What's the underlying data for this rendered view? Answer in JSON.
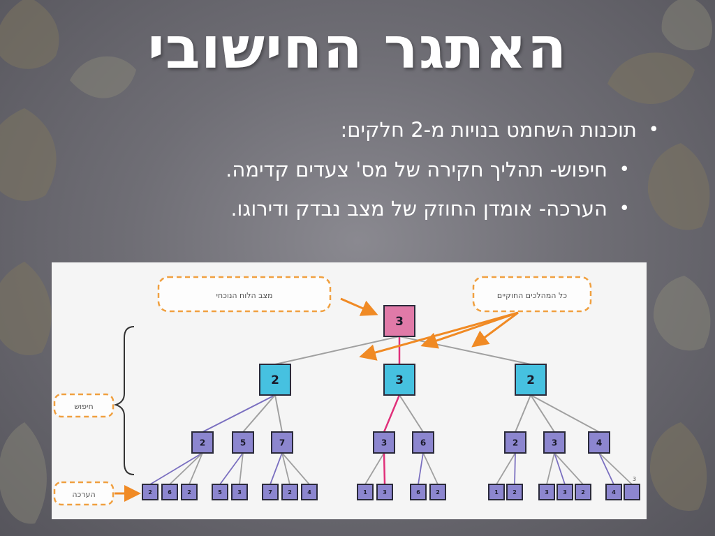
{
  "title": "האתגר החישובי",
  "bullets": [
    {
      "level": 1,
      "text": "תוכנות השחמט בנויות מ-2 חלקים:"
    },
    {
      "level": 2,
      "text": "חיפוש- תהליך חקירה של מס' צעדים קדימה."
    },
    {
      "level": 2,
      "text": "הערכה- אומדן החוזק של מצב נבדק ודירוגו."
    }
  ],
  "diagram": {
    "labels": {
      "current_board": "מצב הלוח הנוכחי",
      "legal_moves": "כל המהלכים החוקיים",
      "search": "חיפוש",
      "evaluation": "הערכה"
    },
    "tree": {
      "root": "3",
      "level1": [
        "2",
        "3",
        "2"
      ],
      "level2": [
        "2",
        "5",
        "7",
        "3",
        "6",
        "2",
        "3",
        "4"
      ],
      "leaves": [
        "2",
        "6",
        "2",
        "5",
        "3",
        "7",
        "2",
        "4",
        "1",
        "3",
        "6",
        "2",
        "1",
        "2",
        "3",
        "3",
        "2",
        "4",
        ""
      ],
      "corner_mark": "3"
    },
    "colors": {
      "root": "#e07aa8",
      "level1": "#46c1e0",
      "lower": "#8c86cf",
      "best_path": "#e0307a",
      "arrow": "#f08a24",
      "edge_gray": "#a0a0a0",
      "edge_purple": "#7a6fc0"
    }
  }
}
